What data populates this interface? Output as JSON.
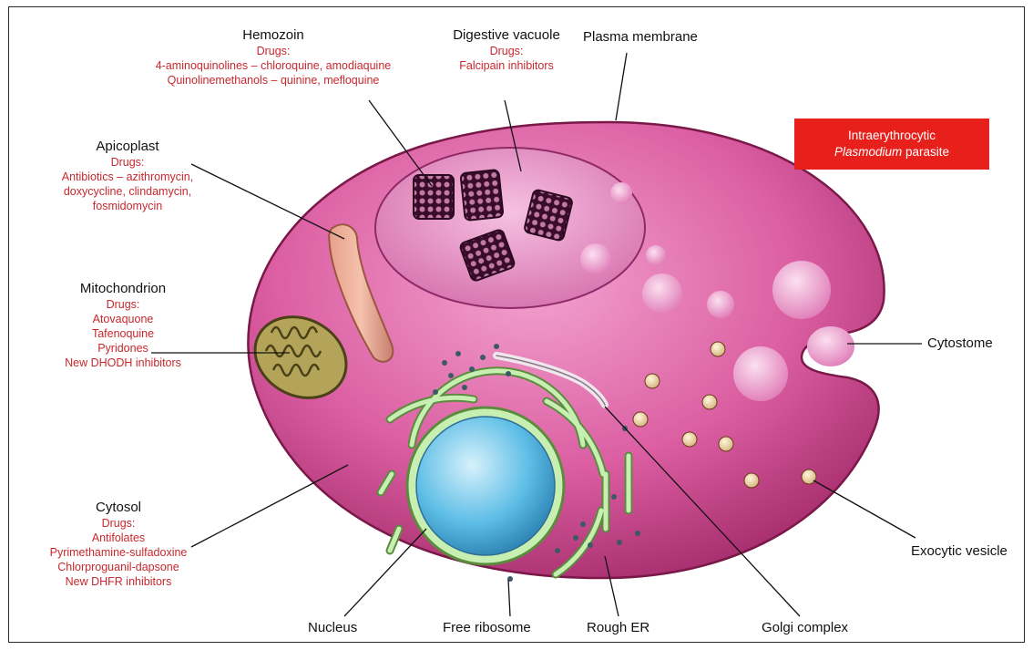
{
  "header": {
    "badge_line1": "Intraerythrocytic",
    "badge_species": "Plasmodium",
    "badge_rest": " parasite"
  },
  "labels": {
    "hemozoin": {
      "title": "Hemozoin",
      "drugs_heading": "Drugs:",
      "drugs": [
        "4-aminoquinolines – chloroquine, amodiaquine",
        "Quinolinemethanols – quinine, mefloquine"
      ]
    },
    "digestive_vacuole": {
      "title": "Digestive vacuole",
      "drugs_heading": "Drugs:",
      "drugs": [
        "Falcipain inhibitors"
      ]
    },
    "plasma_membrane": {
      "title": "Plasma membrane"
    },
    "apicoplast": {
      "title": "Apicoplast",
      "drugs_heading": "Drugs:",
      "drugs": [
        "Antibiotics – azithromycin,",
        "doxycycline, clindamycin,",
        "fosmidomycin"
      ]
    },
    "mitochondrion": {
      "title": "Mitochondrion",
      "drugs_heading": "Drugs:",
      "drugs": [
        "Atovaquone",
        "Tafenoquine",
        "Pyridones",
        "New DHODH inhibitors"
      ]
    },
    "cytosol": {
      "title": "Cytosol",
      "drugs_heading": "Drugs:",
      "drugs": [
        "Antifolates",
        "Pyrimethamine-sulfadoxine",
        "Chlorproguanil-dapsone",
        "New DHFR inhibitors"
      ]
    },
    "cytostome": {
      "title": "Cytostome"
    },
    "exocytic_vesicle": {
      "title": "Exocytic vesicle"
    },
    "nucleus": {
      "title": "Nucleus"
    },
    "free_ribosome": {
      "title": "Free ribosome"
    },
    "rough_er": {
      "title": "Rough ER"
    },
    "golgi_complex": {
      "title": "Golgi complex"
    }
  },
  "colors": {
    "cell_fill": "#d9559a",
    "cell_edge": "#8a1c52",
    "vacuole_fill": "#e27ab8",
    "drug_text": "#c8282e",
    "badge_bg": "#e8201c",
    "nucleus_fill": "#4fb3e0",
    "er_green": "#b9e3a4",
    "mito_fill": "#b3a45a"
  }
}
